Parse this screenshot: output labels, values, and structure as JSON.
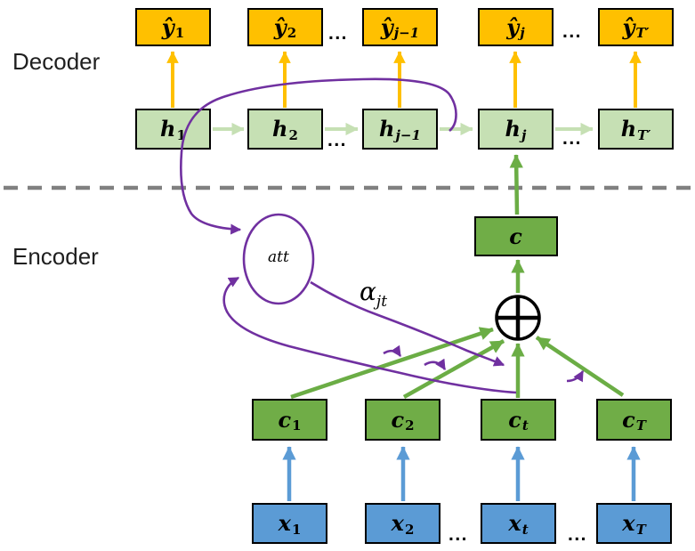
{
  "diagram": {
    "section_labels": {
      "decoder": "Decoder",
      "encoder": "Encoder"
    },
    "ellipsis": "...",
    "decoder": {
      "outputs": [
        {
          "base": "ŷ",
          "sub": "1"
        },
        {
          "base": "ŷ",
          "sub": "2"
        },
        {
          "base": "ŷ",
          "sub": "j−1"
        },
        {
          "base": "ŷ",
          "sub": "j"
        },
        {
          "base": "ŷ",
          "sub": "T′"
        }
      ],
      "hidden_states": [
        {
          "base": "h",
          "sub": "1"
        },
        {
          "base": "h",
          "sub": "2"
        },
        {
          "base": "h",
          "sub": "j−1"
        },
        {
          "base": "h",
          "sub": "j"
        },
        {
          "base": "h",
          "sub": "T′"
        }
      ]
    },
    "context_vector": {
      "base": "c",
      "sub": ""
    },
    "attention": {
      "node_label": "att",
      "weight_base": "α",
      "weight_sub": "jt",
      "sum_symbol": "⊕"
    },
    "encoder": {
      "outputs": [
        {
          "base": "c",
          "sub": "1"
        },
        {
          "base": "c",
          "sub": "2"
        },
        {
          "base": "c",
          "sub": "t"
        },
        {
          "base": "c",
          "sub": "T"
        }
      ],
      "inputs": [
        {
          "base": "x",
          "sub": "1"
        },
        {
          "base": "x",
          "sub": "2"
        },
        {
          "base": "x",
          "sub": "t"
        },
        {
          "base": "x",
          "sub": "T"
        }
      ]
    },
    "colors": {
      "output_box": "#FFC000",
      "state_box": "#C6E0B4",
      "context_box": "#70AD47",
      "input_box": "#5B9BD5",
      "output_arrow": "#FFC000",
      "state_arrow": "#C6E0B4",
      "context_arrow": "#6BAD45",
      "input_arrow": "#5B9BD5",
      "attention_purple": "#7030A0",
      "divider_gray": "#808080"
    }
  }
}
